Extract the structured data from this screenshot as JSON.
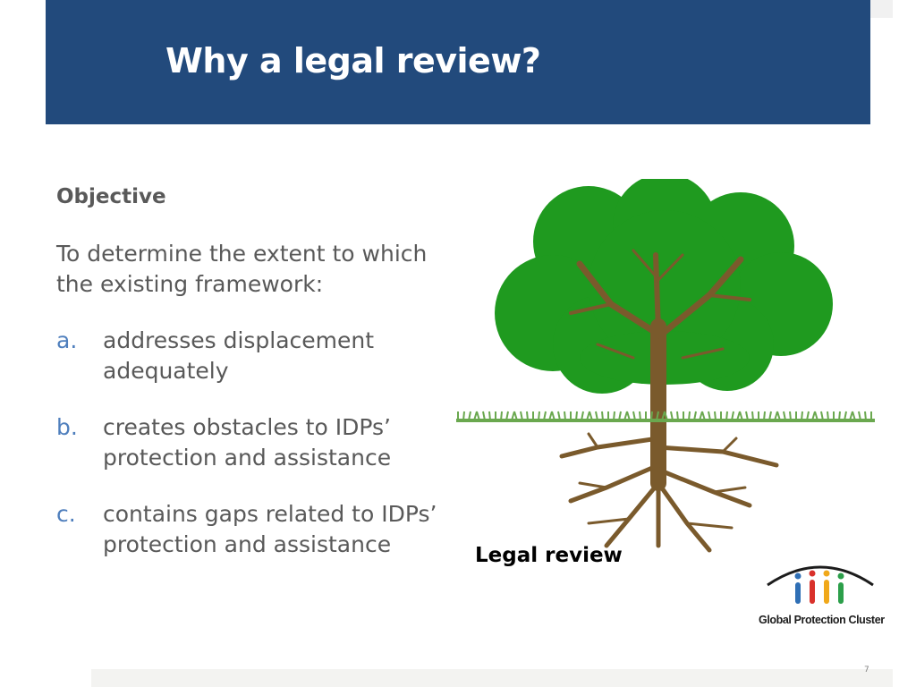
{
  "slide": {
    "title": "Why a legal review?",
    "page_number": "7"
  },
  "content": {
    "heading": "Objective",
    "intro": "To determine the extent to which the existing framework:",
    "items": [
      {
        "marker": "a.",
        "text": "addresses displacement adequately"
      },
      {
        "marker": "b.",
        "text": "creates obstacles to IDPs’ protection and assistance"
      },
      {
        "marker": "c.",
        "text": "contains gaps related to IDPs’ protection and assistance"
      }
    ]
  },
  "figure": {
    "caption": "Legal review",
    "canopy_color": "#1f9a1f",
    "trunk_color": "#7a5a2c",
    "grass_color": "#6aa84f"
  },
  "logo": {
    "text": "Global Protection Cluster",
    "figure_colors": [
      "#2f6fb5",
      "#d9312b",
      "#f0a81a",
      "#2c9f4a"
    ]
  },
  "theme": {
    "header_color": "#224a7c",
    "marker_color": "#4f7fbd",
    "text_color": "#595959"
  }
}
